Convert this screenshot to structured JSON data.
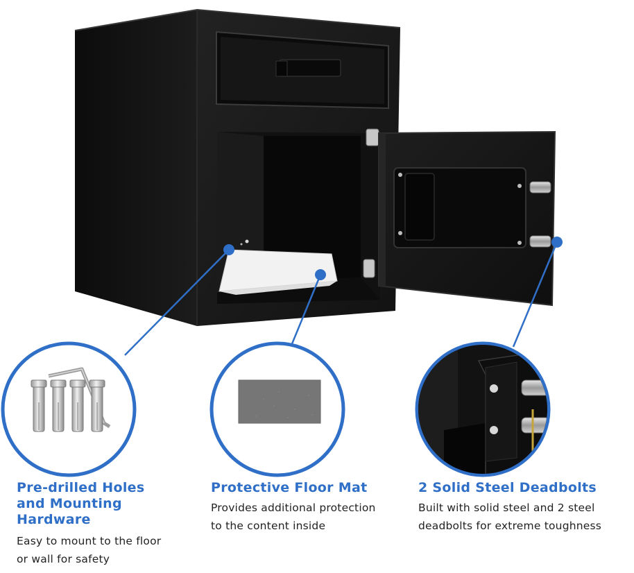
{
  "colors": {
    "accent": "#2f6fc7",
    "safe_body": "#151515",
    "text": "#222222"
  },
  "features": [
    {
      "title_lines": [
        "Pre-drilled Holes",
        "and Mounting",
        "Hardware"
      ],
      "description_lines": [
        "Easy to mount to the floor",
        "or wall for safety"
      ],
      "icon": "anchor-bolts-and-hex-key"
    },
    {
      "title_lines": [
        "Protective Floor Mat"
      ],
      "description_lines": [
        "Provides additional protection",
        "to the content inside"
      ],
      "icon": "gray-felt-mat"
    },
    {
      "title_lines": [
        "2 Solid Steel Deadbolts"
      ],
      "description_lines": [
        "Built with solid steel and 2 steel",
        "deadbolts for extreme toughness"
      ],
      "icon": "deadbolt-closeup"
    }
  ]
}
